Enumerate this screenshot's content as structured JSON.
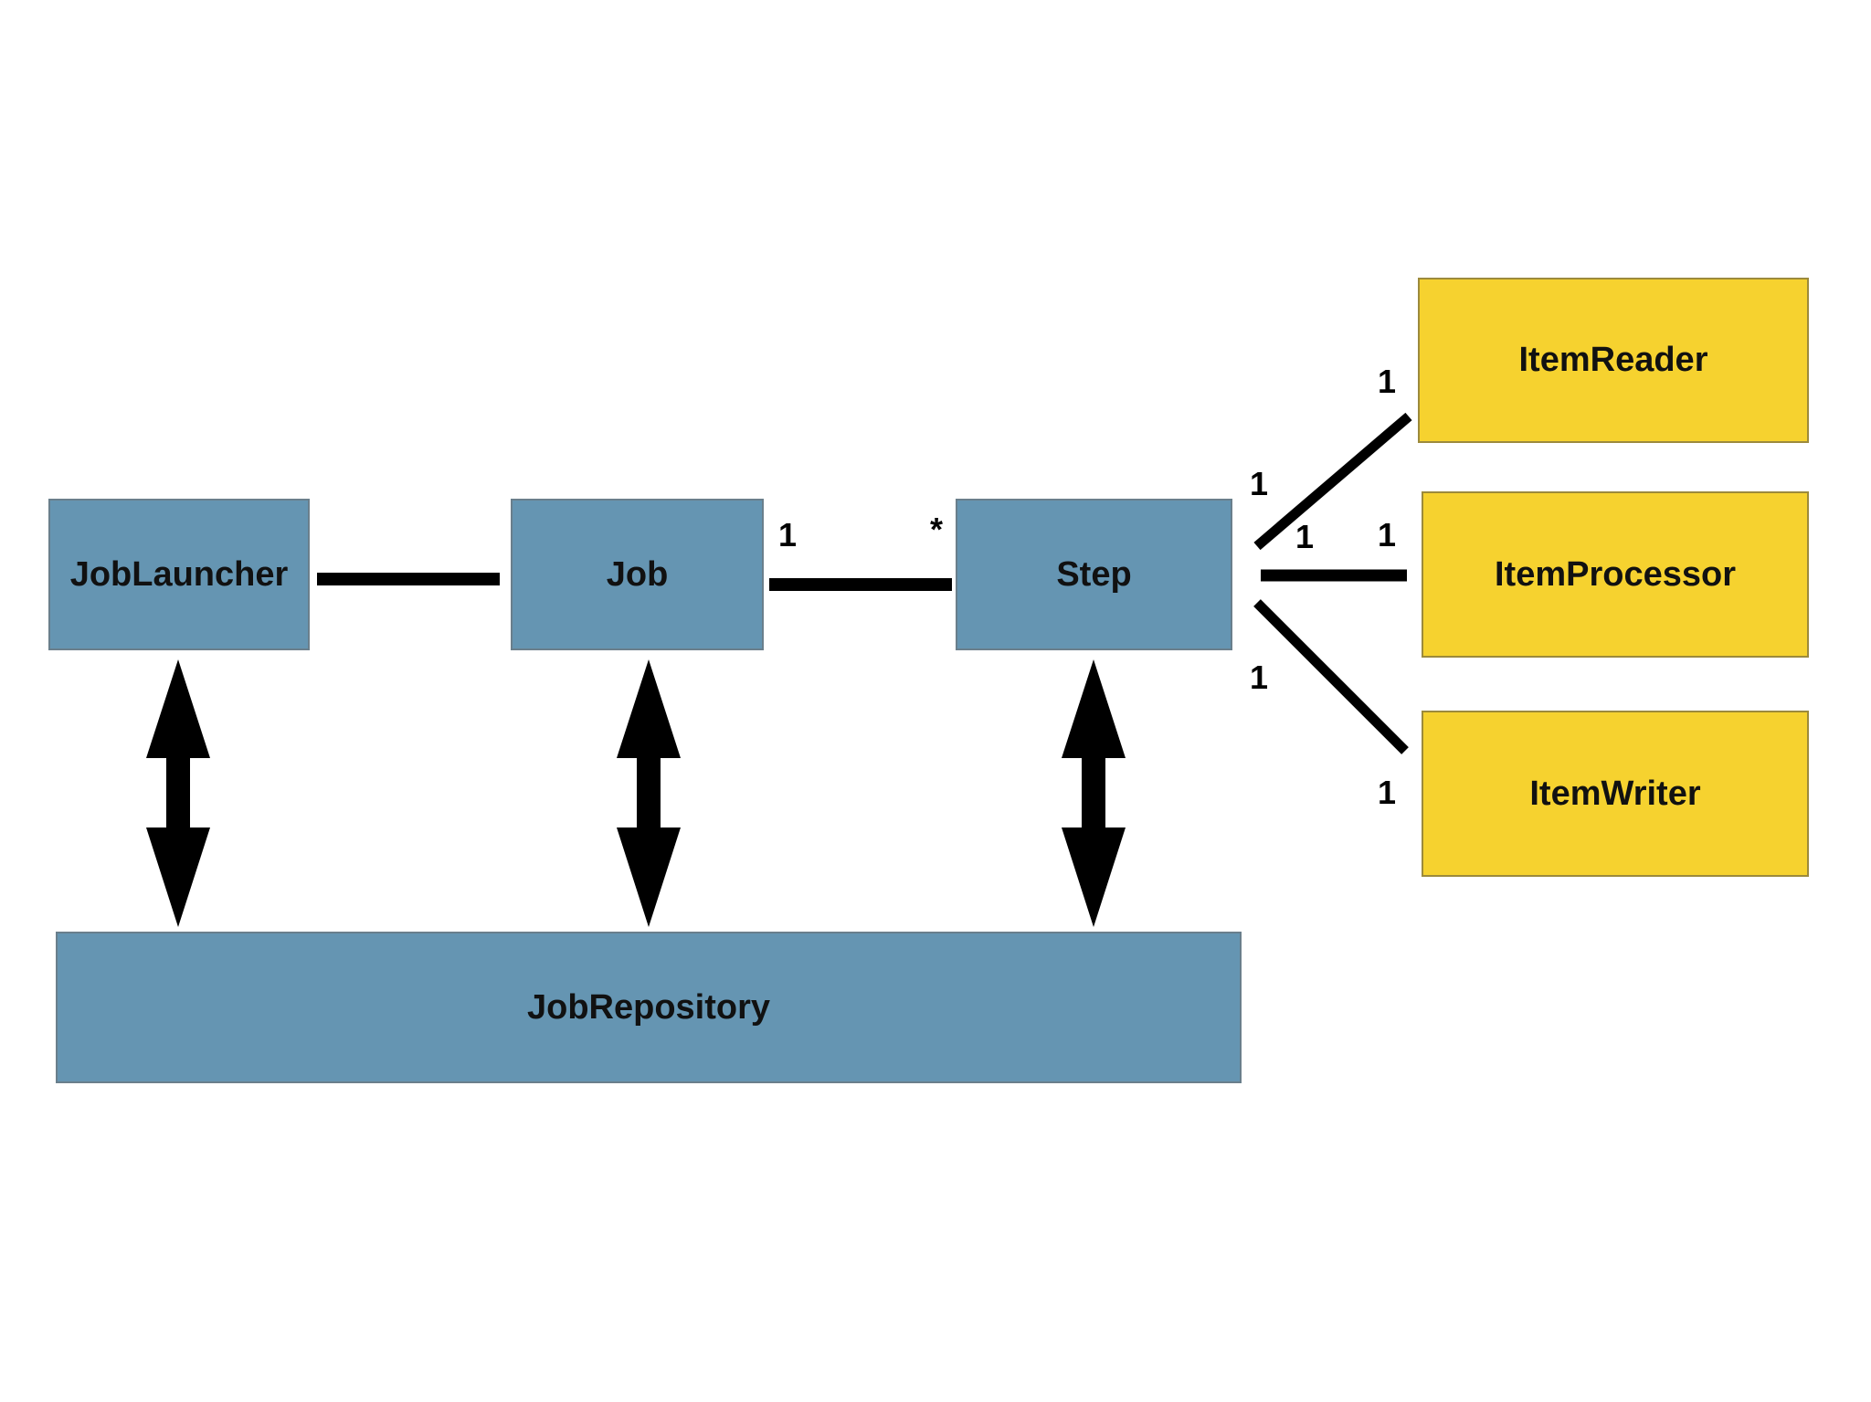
{
  "diagram": {
    "nodes": {
      "job_launcher": "JobLauncher",
      "job": "Job",
      "step": "Step",
      "job_repository": "JobRepository",
      "item_reader": "ItemReader",
      "item_processor": "ItemProcessor",
      "item_writer": "ItemWriter"
    },
    "multiplicities": {
      "job_end": "1",
      "step_end": "*",
      "step_reader_end": "1",
      "reader_end": "1",
      "step_processor_end": "1",
      "processor_end": "1",
      "step_writer_end": "1",
      "writer_end": "1"
    },
    "colors": {
      "core_box": "#6595b2",
      "item_box": "#f6d22f",
      "line": "#000000"
    }
  }
}
